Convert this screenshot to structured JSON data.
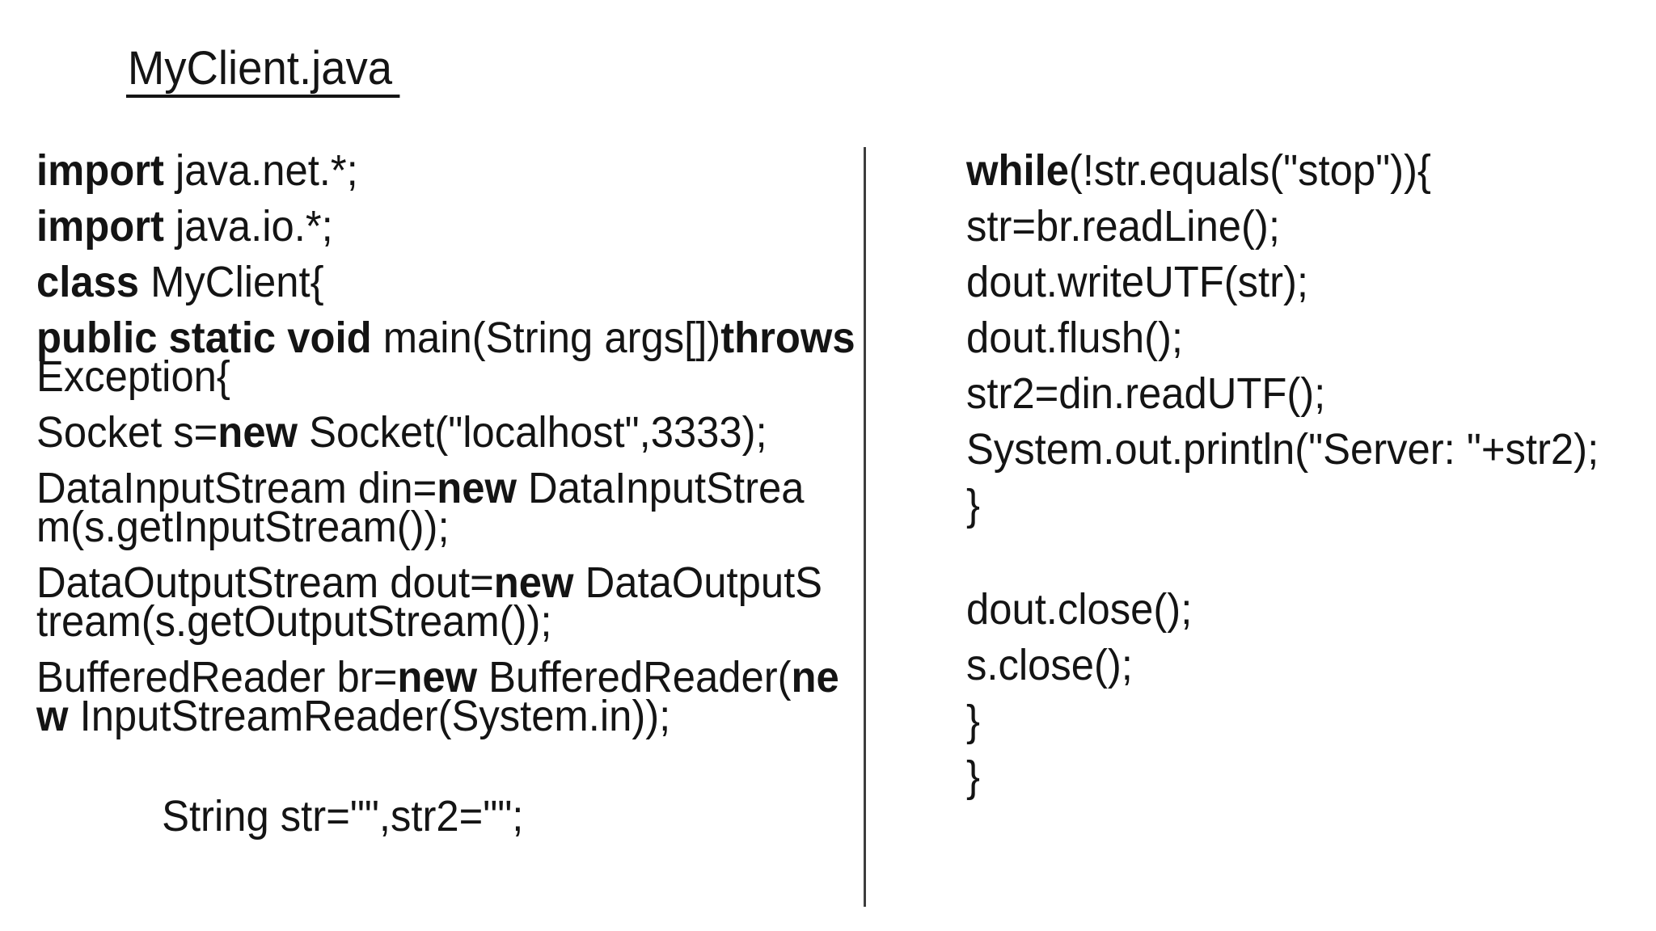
{
  "title": {
    "text": "MyClient.java"
  },
  "colors": {
    "background": "#ffffff",
    "text": "#141414",
    "divider": "#3d3d3d"
  },
  "code": {
    "left": {
      "lines": [
        {
          "seg": [
            {
              "t": "import ",
              "b": true
            },
            {
              "t": "java.net.*;"
            }
          ]
        },
        {
          "seg": [
            {
              "t": "import ",
              "b": true
            },
            {
              "t": "java.io.*;"
            }
          ]
        },
        {
          "seg": [
            {
              "t": "class ",
              "b": true
            },
            {
              "t": "MyClient{"
            }
          ]
        },
        {
          "seg": [
            {
              "t": "public static void ",
              "b": true
            },
            {
              "t": "main(String args[])"
            },
            {
              "t": "throws",
              "b": true
            }
          ]
        },
        {
          "cont": true,
          "seg": [
            {
              "t": "Exception{"
            }
          ]
        },
        {
          "seg": [
            {
              "t": "Socket s="
            },
            {
              "t": "new ",
              "b": true
            },
            {
              "t": "Socket(\"localhost\",3333);"
            }
          ]
        },
        {
          "seg": [
            {
              "t": "DataInputStream din="
            },
            {
              "t": "new ",
              "b": true
            },
            {
              "t": "DataInputStrea"
            }
          ]
        },
        {
          "cont": true,
          "seg": [
            {
              "t": "m(s.getInputStream());"
            }
          ]
        },
        {
          "seg": [
            {
              "t": "DataOutputStream dout="
            },
            {
              "t": "new ",
              "b": true
            },
            {
              "t": "DataOutputS"
            }
          ]
        },
        {
          "cont": true,
          "seg": [
            {
              "t": "tream(s.getOutputStream());"
            }
          ]
        },
        {
          "seg": [
            {
              "t": "BufferedReader br="
            },
            {
              "t": "new ",
              "b": true
            },
            {
              "t": "BufferedReader("
            },
            {
              "t": "ne",
              "b": true
            }
          ]
        },
        {
          "cont": true,
          "seg": [
            {
              "t": "w ",
              "b": true
            },
            {
              "t": "InputStreamReader(System.in));"
            }
          ]
        },
        {
          "blank": true
        },
        {
          "indent": true,
          "seg": [
            {
              "t": "String str=\"\",str2=\"\";"
            }
          ]
        }
      ]
    },
    "right": {
      "lines": [
        {
          "seg": [
            {
              "t": "while",
              "b": true
            },
            {
              "t": "(!str.equals(\"stop\")){"
            }
          ]
        },
        {
          "seg": [
            {
              "t": "str=br.readLine();"
            }
          ]
        },
        {
          "seg": [
            {
              "t": "dout.writeUTF(str);"
            }
          ]
        },
        {
          "seg": [
            {
              "t": "dout.flush();"
            }
          ]
        },
        {
          "seg": [
            {
              "t": "str2=din.readUTF();"
            }
          ]
        },
        {
          "seg": [
            {
              "t": "System.out.println(\"Server: \"+str2);"
            }
          ]
        },
        {
          "seg": [
            {
              "t": "}"
            }
          ]
        },
        {
          "blank": true
        },
        {
          "seg": [
            {
              "t": "dout.close();"
            }
          ]
        },
        {
          "seg": [
            {
              "t": "s.close();"
            }
          ]
        },
        {
          "seg": [
            {
              "t": "}"
            }
          ]
        },
        {
          "seg": [
            {
              "t": "}"
            }
          ]
        }
      ]
    }
  }
}
